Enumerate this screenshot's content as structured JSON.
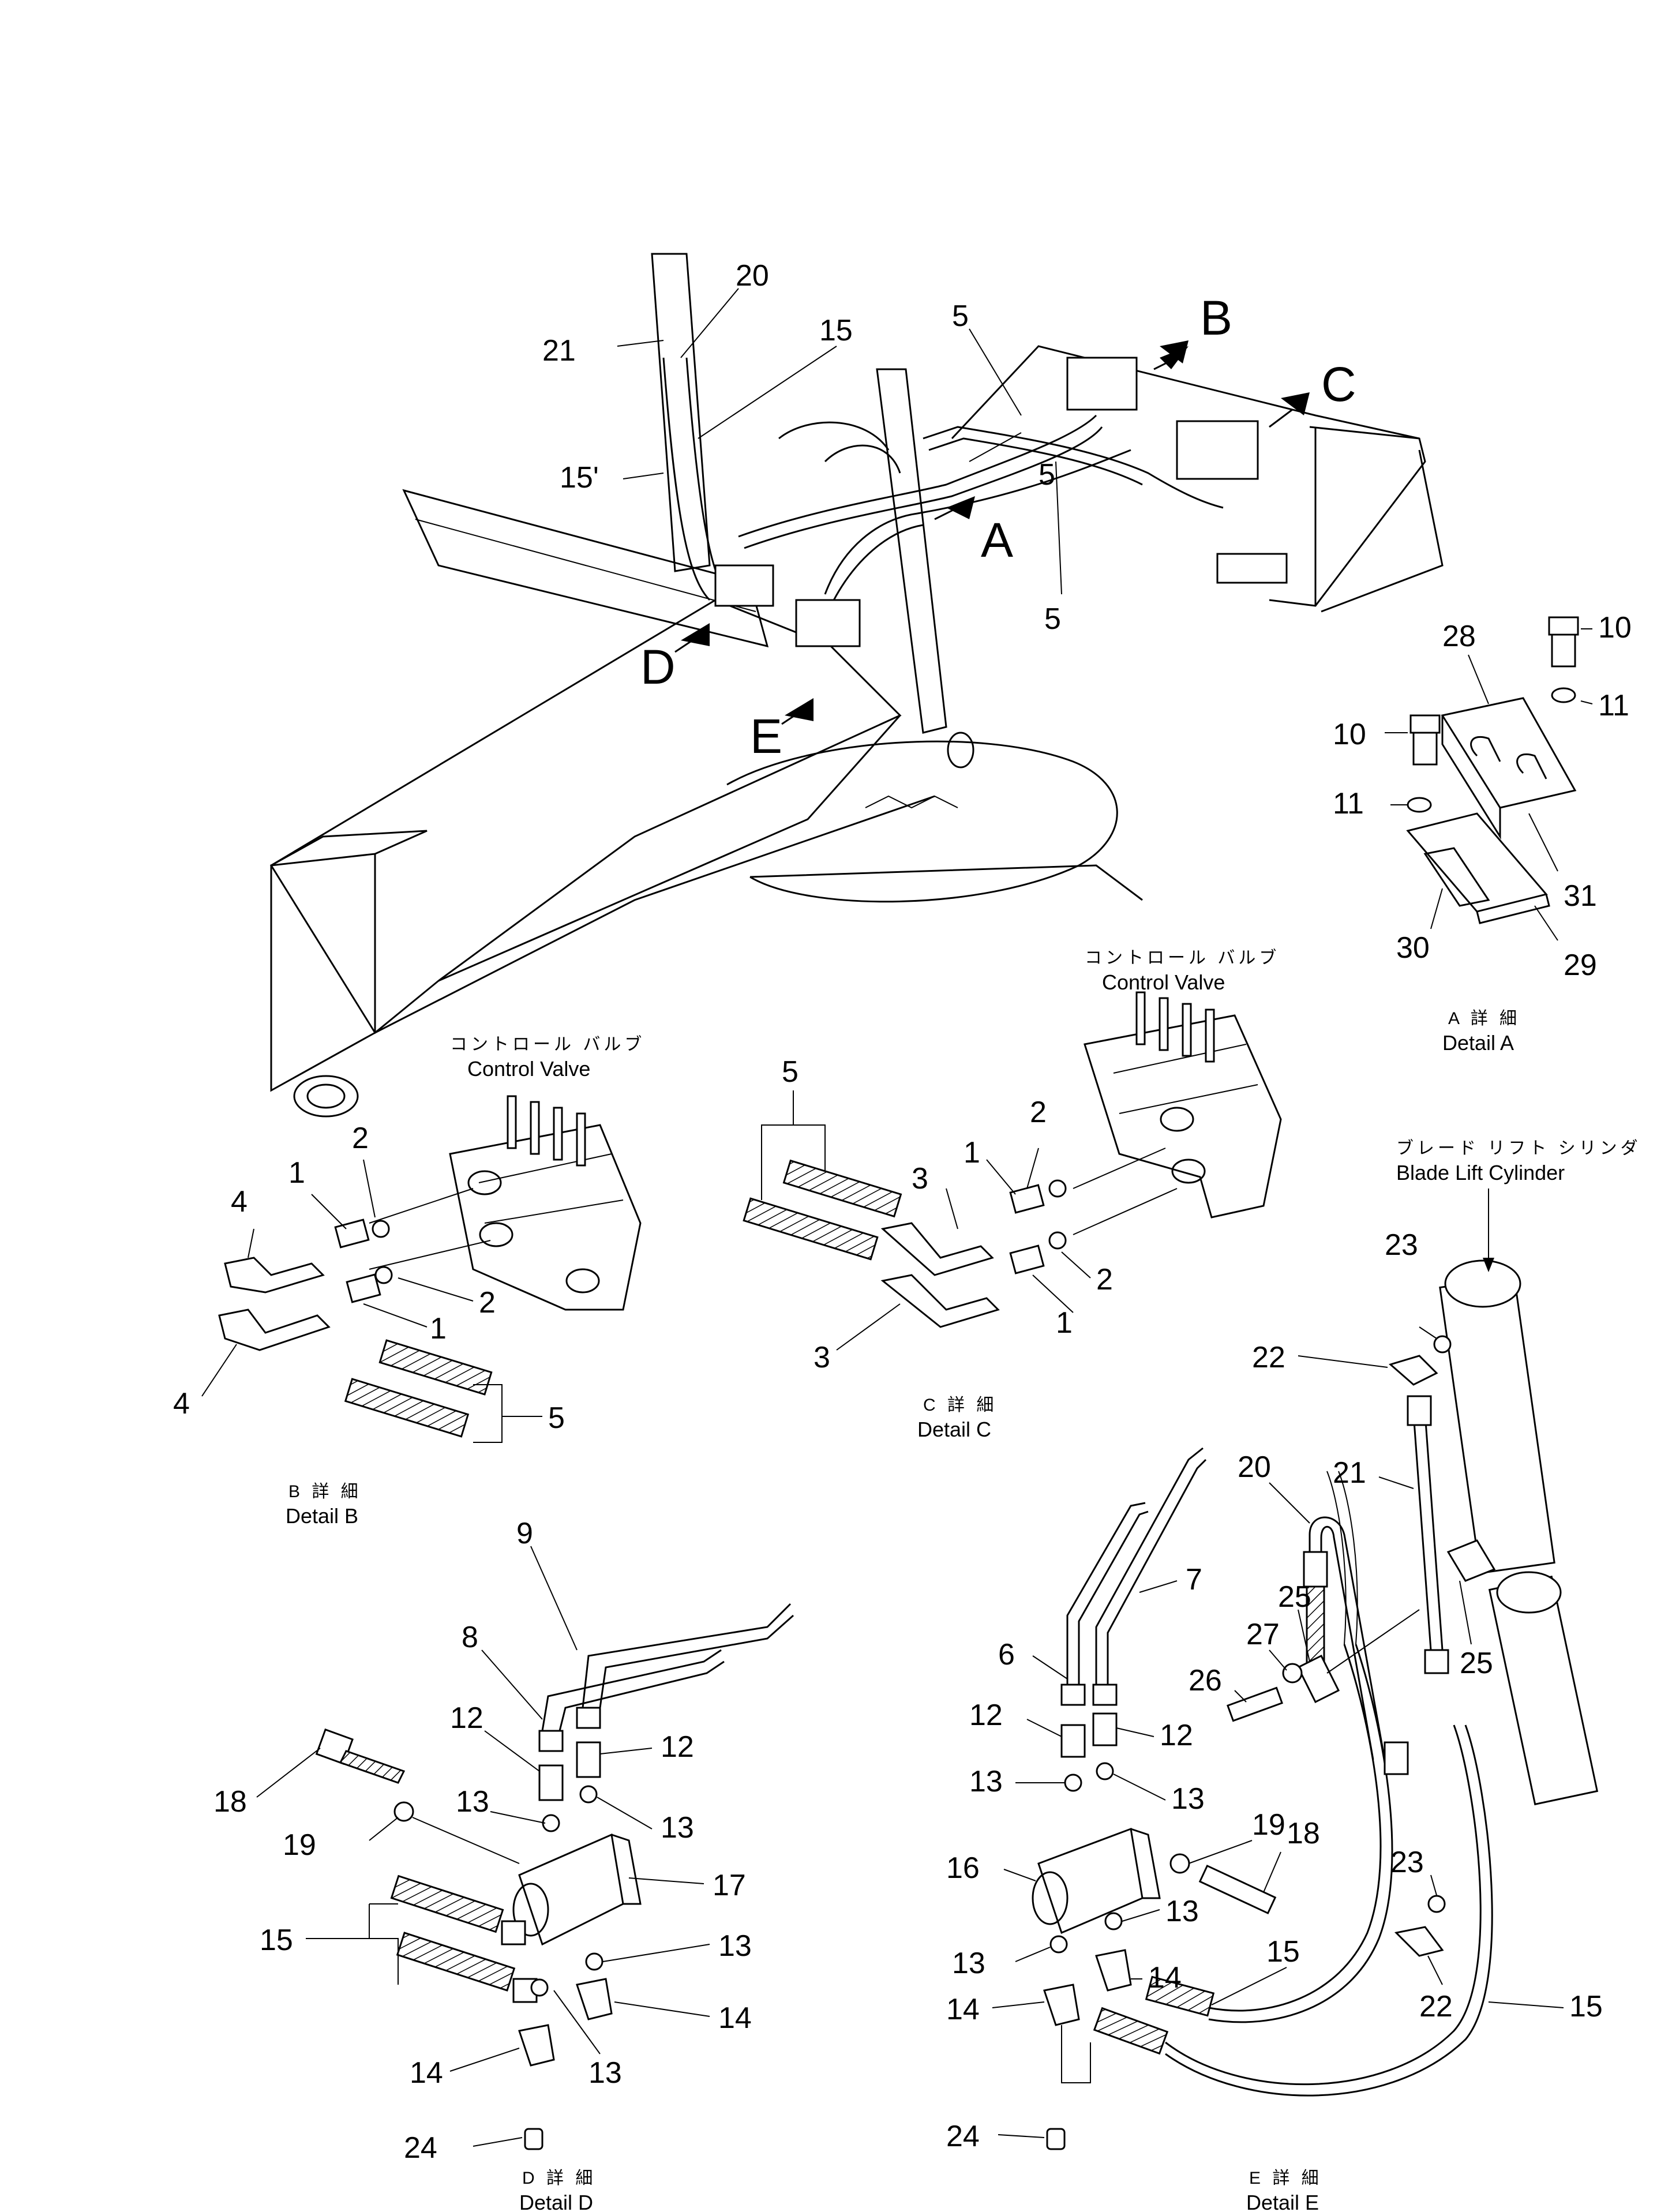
{
  "detail_arrows": [
    "A",
    "B",
    "C",
    "D",
    "E"
  ],
  "main_view": {
    "callouts": [
      "20",
      "15",
      "21",
      "15'",
      "5",
      "5",
      "5"
    ]
  },
  "detail_a": {
    "caption_jp": "A 詳 細",
    "caption_en": "Detail A",
    "callouts": [
      "10",
      "10",
      "11",
      "11",
      "28",
      "31",
      "30",
      "29"
    ]
  },
  "detail_b": {
    "caption_jp": "B 詳 細",
    "caption_en": "Detail B",
    "valve_jp": "コントロール バルブ",
    "valve_en": "Control Valve",
    "callouts": [
      "1",
      "2",
      "4",
      "2",
      "1",
      "4",
      "5"
    ]
  },
  "detail_c": {
    "caption_jp": "C 詳 細",
    "caption_en": "Detail C",
    "valve_jp": "コントロール バルブ",
    "valve_en": "Control Valve",
    "callouts": [
      "5",
      "2",
      "1",
      "3",
      "2",
      "1",
      "3"
    ]
  },
  "detail_d": {
    "caption_jp": "D 詳 細",
    "caption_en": "Detail D",
    "callouts": [
      "9",
      "8",
      "12",
      "12",
      "13",
      "13",
      "18",
      "19",
      "17",
      "15",
      "13",
      "14",
      "14",
      "13",
      "24"
    ]
  },
  "detail_e": {
    "caption_jp": "E 詳 細",
    "caption_en": "Detail E",
    "cylinder_jp": "ブレード リフト シリンダ",
    "cylinder_en": "Blade Lift Cylinder",
    "callouts": [
      "23",
      "22",
      "20",
      "21",
      "7",
      "6",
      "25",
      "25",
      "27",
      "26",
      "12",
      "12",
      "13",
      "13",
      "23",
      "19",
      "18",
      "16",
      "22",
      "13",
      "13",
      "14",
      "15",
      "15",
      "14",
      "24"
    ]
  }
}
